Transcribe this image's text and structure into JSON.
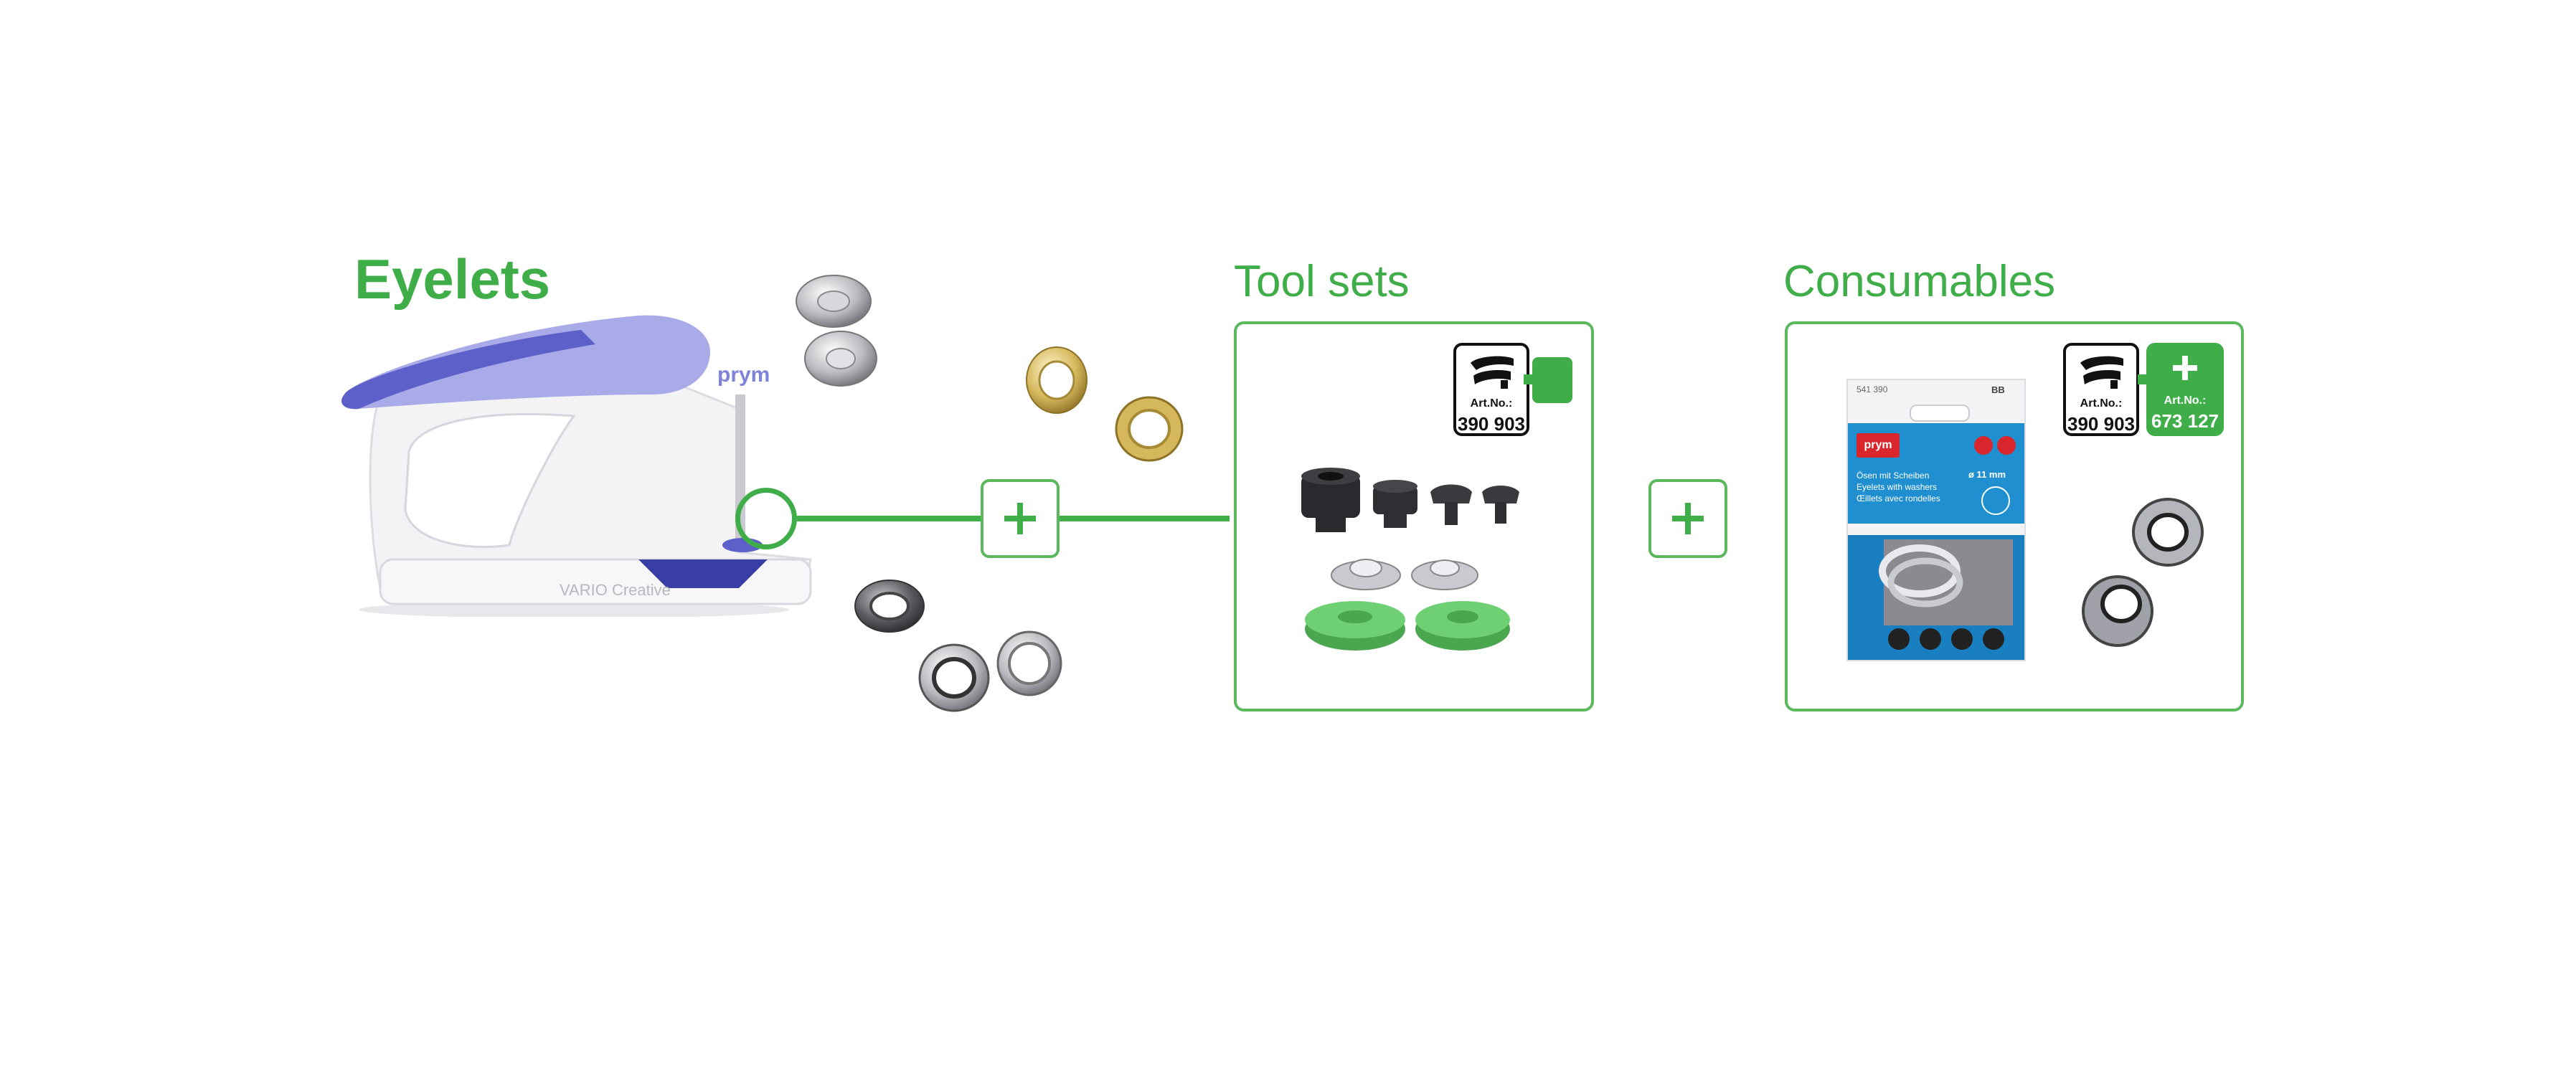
{
  "eyelets": {
    "title": "Eyelets",
    "tool_brand": "prym",
    "tool_model": "VARIO Creative"
  },
  "tool_sets": {
    "title": "Tool sets",
    "badge": {
      "label": "Art.No.:",
      "number": "390 903"
    }
  },
  "consumables": {
    "title": "Consumables",
    "badge_main": {
      "label": "Art.No.:",
      "number": "390 903"
    },
    "badge_plus": {
      "label": "Art.No.:",
      "number": "673 127"
    },
    "package": {
      "code": "541 390",
      "brand": "prym",
      "size_code": "BB",
      "size": "ø 11 mm",
      "line1": "Ösen mit Scheiben",
      "line2": "Eyelets with washers",
      "line3": "Œillets avec rondelles"
    }
  },
  "colors": {
    "accent": "#3fae49",
    "tool_purple": "#6b6fd0",
    "tool_light_purple": "#a9abe8",
    "die_green": "#5cc060",
    "package_blue": "#1f8fd0"
  }
}
